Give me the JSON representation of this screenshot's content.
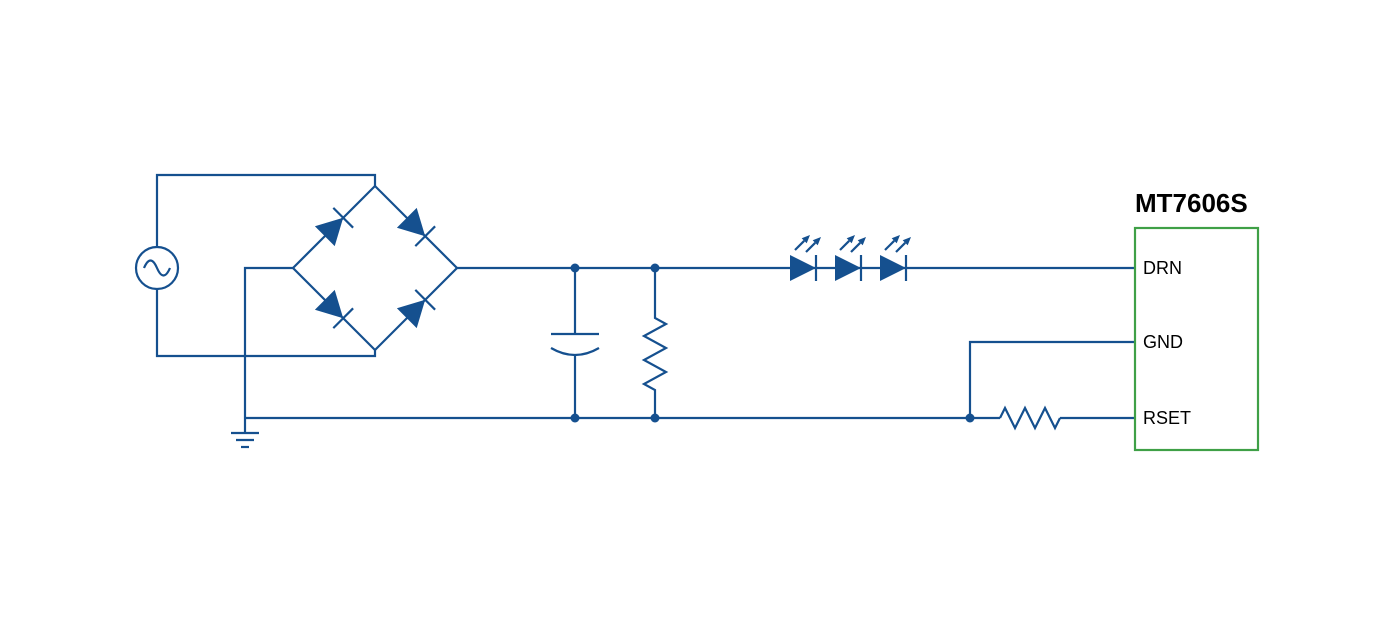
{
  "ic": {
    "title": "MT7606S",
    "pins": [
      "DRN",
      "GND",
      "RSET"
    ]
  },
  "colors": {
    "wire": "#15508f",
    "ic_border": "#3fa047",
    "ink": "#000000",
    "background": "#ffffff"
  },
  "components": {
    "ac_source": "ac-voltage-source",
    "rectifier": "diode-bridge-rectifier",
    "capacitor": "filter-capacitor",
    "resistor": "parallel-resistor",
    "led_string": "series-led-string-x3",
    "rset_resistor": "rset-current-set-resistor",
    "ground": "earth-ground"
  }
}
